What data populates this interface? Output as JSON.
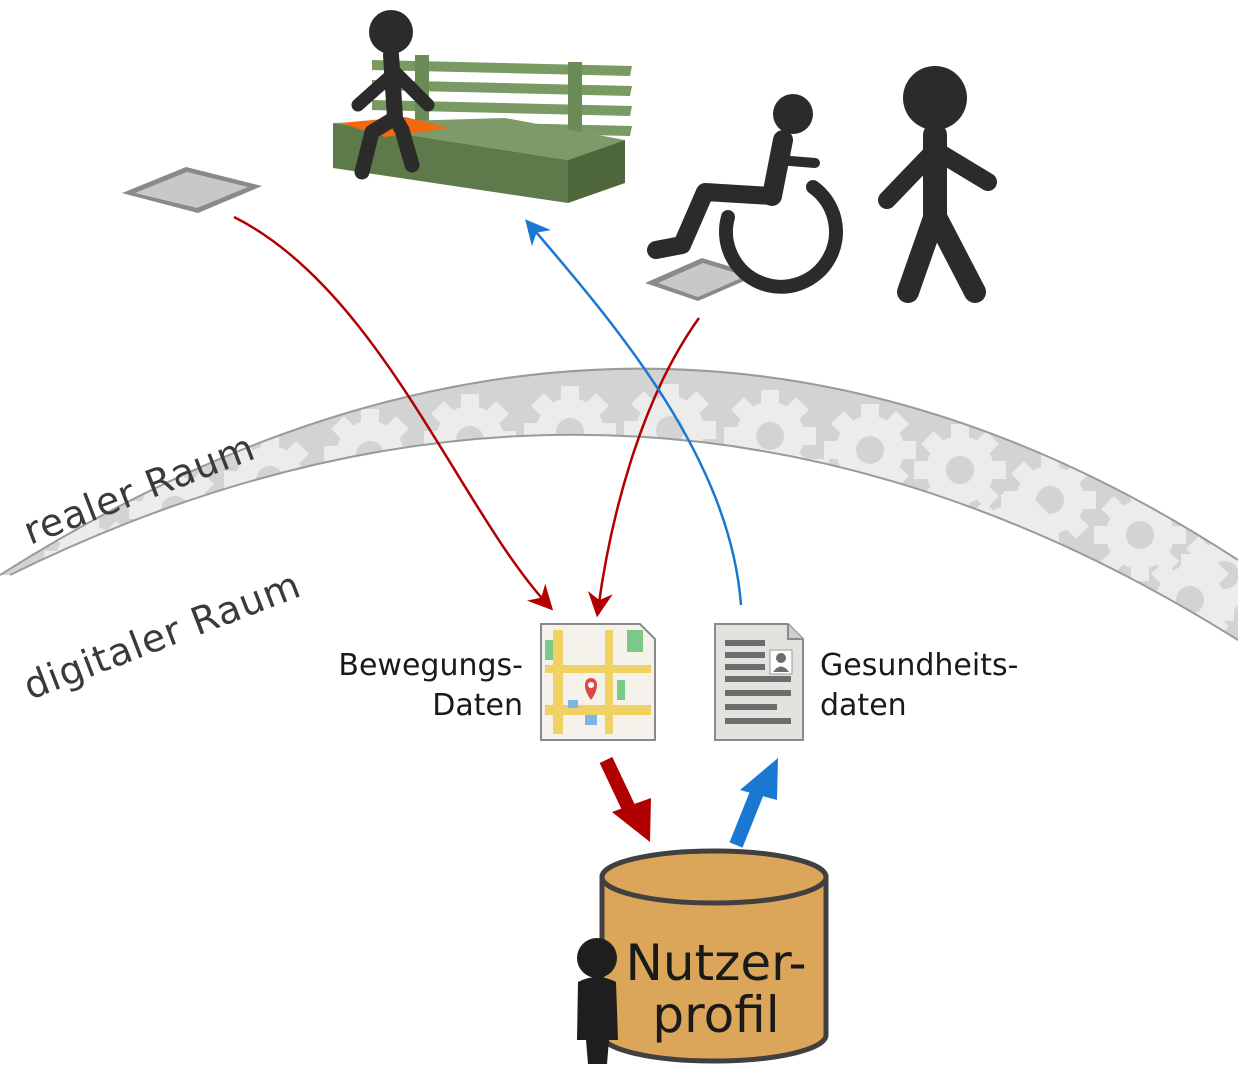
{
  "labels": {
    "real_space": "realer Raum",
    "digital_space": "digitaler Raum",
    "movement_data_line1": "Bewegungs-",
    "movement_data_line2": "Daten",
    "health_data_line1": "Gesundheits-",
    "health_data_line2": "daten",
    "user_profile_line1": "Nutzer-",
    "user_profile_line2": "profil"
  },
  "icons": [
    "bench-icon",
    "sitting-person-icon",
    "wheelchair-user-icon",
    "walking-person-icon",
    "pressure-sensor-icon",
    "map-document-icon",
    "health-record-document-icon",
    "database-cylinder-icon",
    "user-silhouette-icon"
  ],
  "colors": {
    "data_flow_in": "#b00000",
    "data_flow_out": "#1a78d0",
    "database_fill": "#dba55a",
    "bench_green": "#6e8a58",
    "seat_sensor": "#f26a10",
    "figure": "#2b2b2b",
    "boundary_band": "#d3d3d3"
  }
}
